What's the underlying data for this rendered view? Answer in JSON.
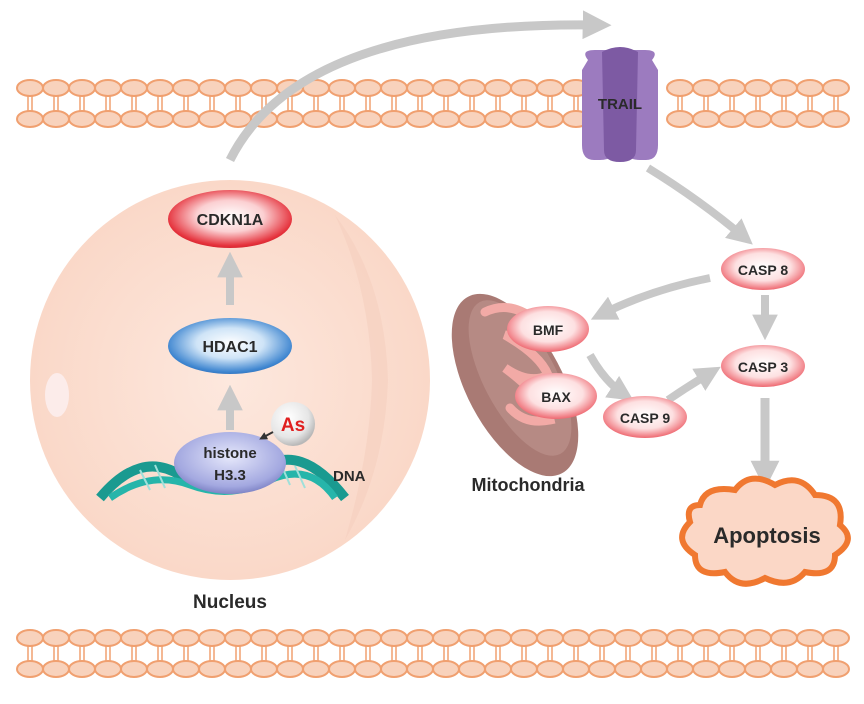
{
  "title": "Arsenic-induced apoptosis pathway via histone H3.3 / HDAC1 / CDKN1A / TRAIL",
  "colors": {
    "membrane_stroke": "#f0a070",
    "membrane_fill": "#f8d2bc",
    "nucleus_fill": "#fbe2d6",
    "arrow": "#c8c8c8",
    "node_red": "#e8404a",
    "node_pink": "#f07c84",
    "node_blue": "#3f86d0",
    "histone": "#9a9fd8",
    "dna": "#1fa39a",
    "trail": "#8e6db0",
    "mito": "#a87872",
    "apoptosis_stroke": "#f07830",
    "apoptosis_fill": "#fbd7c6",
    "as_text": "#e02020"
  },
  "membranes": {
    "top_label": "",
    "bottom_label": ""
  },
  "receptor": {
    "label": "TRAIL"
  },
  "nucleus": {
    "label": "Nucleus",
    "nodes": {
      "cdkn1a": "CDKN1A",
      "hdac1": "HDAC1",
      "histone_line1": "histone",
      "histone_line2": "H3.3"
    },
    "arsenic": "As",
    "dna": "DNA"
  },
  "mitochondria": {
    "label": "Mitochondria",
    "nodes": {
      "bmf": "BMF",
      "bax": "BAX"
    }
  },
  "caspases": {
    "casp8": "CASP 8",
    "casp3": "CASP 3",
    "casp9": "CASP 9"
  },
  "outcome": {
    "label": "Apoptosis"
  },
  "edges": [
    {
      "from": "histone H3.3",
      "to": "HDAC1"
    },
    {
      "from": "HDAC1",
      "to": "CDKN1A"
    },
    {
      "from": "CDKN1A",
      "to": "TRAIL"
    },
    {
      "from": "TRAIL",
      "to": "CASP 8"
    },
    {
      "from": "CASP 8",
      "to": "BMF"
    },
    {
      "from": "CASP 8",
      "to": "CASP 3"
    },
    {
      "from": "BMF",
      "to": "CASP 9"
    },
    {
      "from": "CASP 9",
      "to": "CASP 3"
    },
    {
      "from": "CASP 3",
      "to": "Apoptosis"
    },
    {
      "from": "As",
      "to": "histone H3.3"
    }
  ]
}
